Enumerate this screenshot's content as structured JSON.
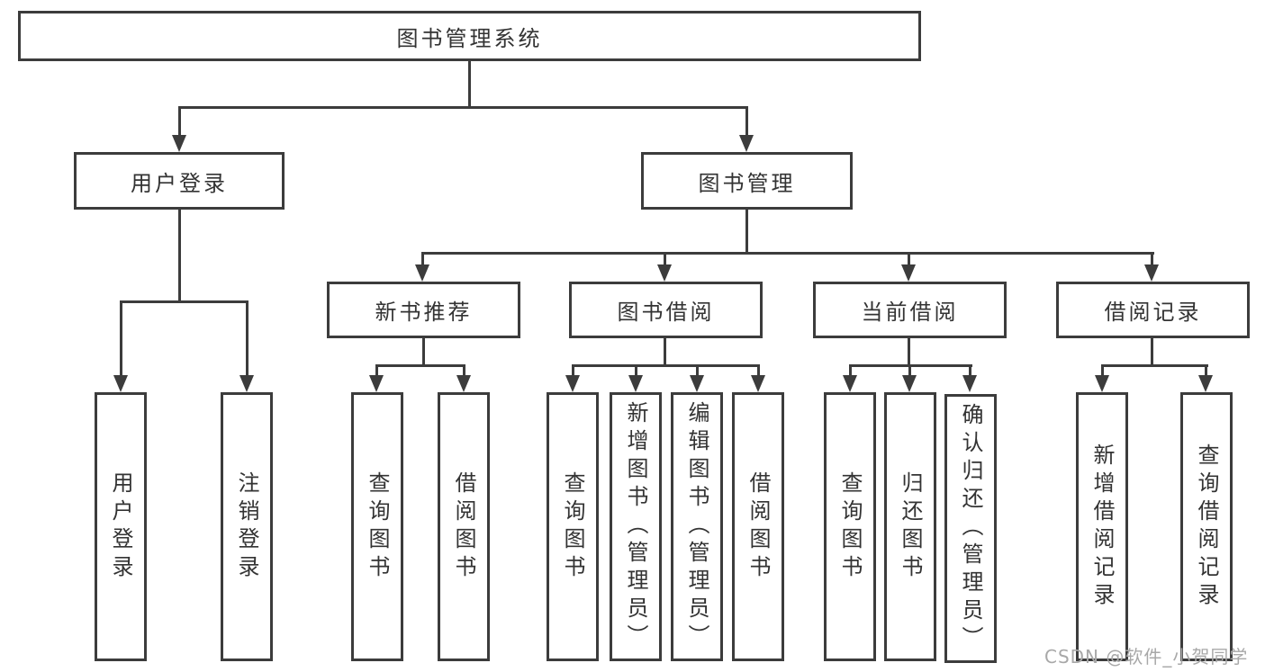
{
  "diagram": {
    "root": {
      "label": "图书管理系统"
    },
    "branches": [
      {
        "label": "用户登录"
      },
      {
        "label": "图书管理"
      }
    ],
    "modules": [
      {
        "label": "新书推荐"
      },
      {
        "label": "图书借阅"
      },
      {
        "label": "当前借阅"
      },
      {
        "label": "借阅记录"
      }
    ],
    "leaves": [
      {
        "label": "用户登录"
      },
      {
        "label": "注销登录"
      },
      {
        "label": "查询图书"
      },
      {
        "label": "借阅图书"
      },
      {
        "label": "查询图书"
      },
      {
        "label": "新增图书（管理员）"
      },
      {
        "label": "编辑图书（管理员）"
      },
      {
        "label": "借阅图书"
      },
      {
        "label": "查询图书"
      },
      {
        "label": "归还图书"
      },
      {
        "label": "确认归还（管理员）"
      },
      {
        "label": "新增借阅记录"
      },
      {
        "label": "查询借阅记录"
      }
    ]
  },
  "watermark": {
    "text": "CSDN @软件_小贺同学"
  },
  "colors": {
    "line": "#3c3c3c",
    "text": "#333333",
    "watermark": "#a8a8a8",
    "background": "#ffffff"
  }
}
